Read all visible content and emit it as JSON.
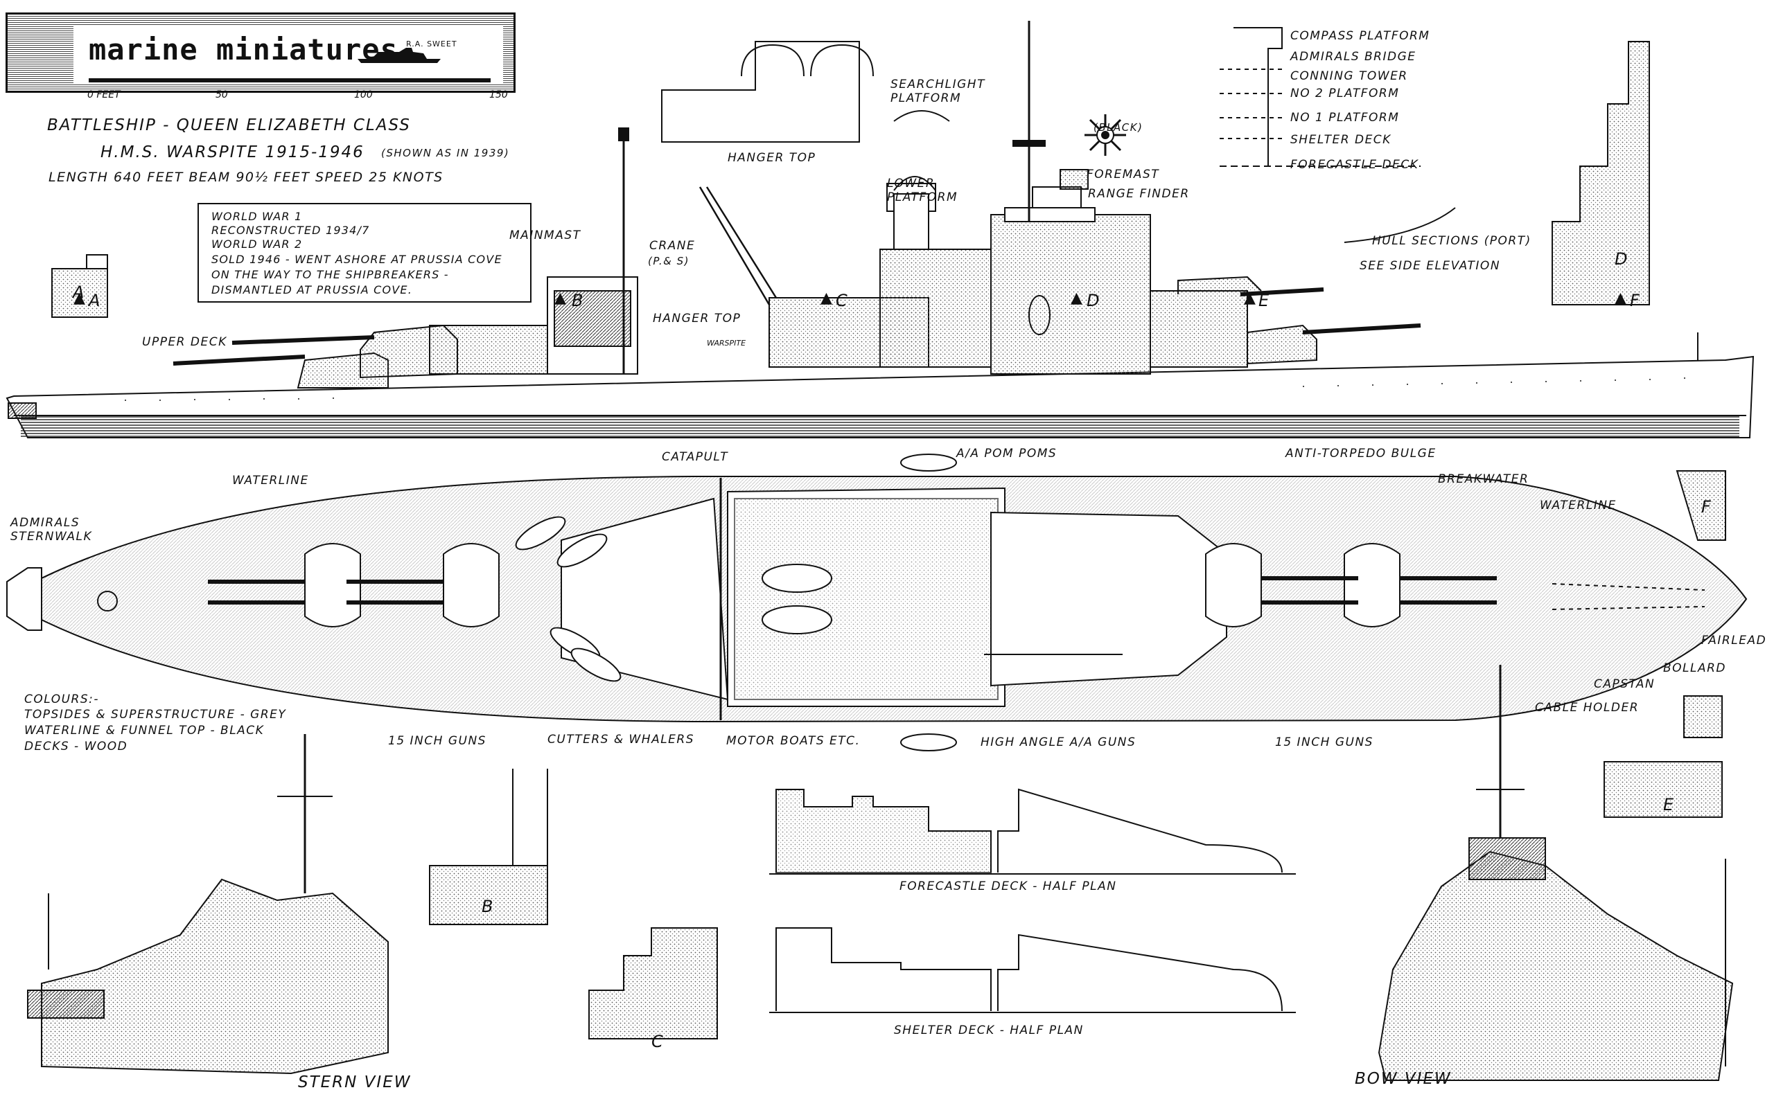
{
  "title_block": {
    "brand": "marine miniatures",
    "signature": "R.A. SWEET",
    "scale_ticks": [
      "0 FEET",
      "50",
      "100",
      "150"
    ]
  },
  "heading": {
    "line1": "BATTLESHIP - QUEEN ELIZABETH CLASS",
    "line2": "H.M.S. WARSPITE 1915-1946",
    "shown_as": "(SHOWN AS IN 1939)",
    "specs": "LENGTH 640 FEET    BEAM 90½ FEET    SPEED 25 KNOTS"
  },
  "history": [
    "WORLD WAR 1",
    "RECONSTRUCTED 1934/7",
    "WORLD WAR 2",
    "SOLD 1946 - WENT ASHORE AT PRUSSIA COVE",
    "ON THE WAY TO THE SHIPBREAKERS -",
    "DISMANTLED AT PRUSSIA COVE."
  ],
  "colours": {
    "heading": "COLOURS:-",
    "lines": [
      "TOPSIDES & SUPERSTRUCTURE - GREY",
      "WATERLINE & FUNNEL TOP - BLACK",
      "DECKS - WOOD"
    ]
  },
  "bridge_levels": [
    "COMPASS PLATFORM",
    "ADMIRALS BRIDGE",
    "CONNING TOWER",
    "No 2 PLATFORM",
    "No 1 PLATFORM",
    "SHELTER DECK",
    "FORECASTLE DECK"
  ],
  "elevation_labels": {
    "hanger_top": "HANGER TOP",
    "searchlight": "SEARCHLIGHT PLATFORM",
    "black": "(BLACK)",
    "foremast": "FOREMAST",
    "lower_platform": "LOWER PLATFORM",
    "range_finder": "RANGE FINDER",
    "mainmast": "MAINMAST",
    "crane": "CRANE",
    "crane_note": "(P.& S)",
    "hanger_top_2": "HANGER TOP",
    "upper_deck": "UPPER DECK",
    "hull_sections": "HULL SECTIONS (PORT)",
    "see_side": "SEE SIDE ELEVATION",
    "ship_name": "WARSPITE"
  },
  "section_markers": [
    "A",
    "B",
    "C",
    "D",
    "E",
    "F"
  ],
  "plan_labels": {
    "catapult": "CATAPULT",
    "aa_pom_poms": "A/A POM POMS",
    "anti_torpedo": "ANTI-TORPEDO BULGE",
    "waterline": "WATERLINE",
    "admirals_sternwalk": "ADMIRALS STERNWALK",
    "breakwater": "BREAKWATER",
    "waterline_2": "WATERLINE",
    "fairlead": "FAIRLEAD",
    "bollard": "BOLLARD",
    "capstan": "CAPSTAN",
    "cable_holder": "CABLE HOLDER",
    "guns_aft": "15 INCH GUNS",
    "cutters": "CUTTERS & WHALERS",
    "motor_boats": "MOTOR BOATS ETC.",
    "high_angle": "HIGH ANGLE A/A GUNS",
    "guns_fwd": "15 INCH GUNS"
  },
  "bottom_labels": {
    "forecastle_half_plan": "FORECASTLE DECK - HALF PLAN",
    "shelter_half_plan": "SHELTER DECK - HALF PLAN",
    "stern_view": "STERN VIEW",
    "bow_view": "BOW VIEW"
  }
}
